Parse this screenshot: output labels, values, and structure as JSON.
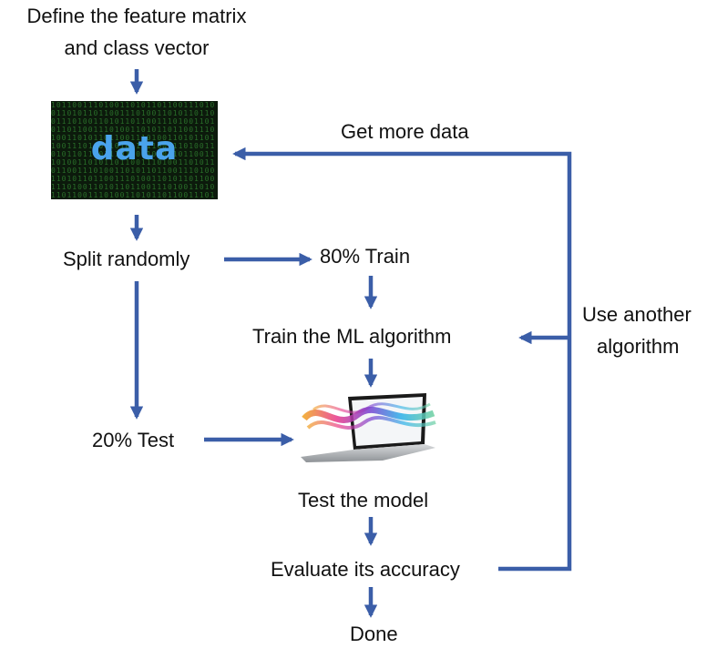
{
  "diagram": {
    "top_label_line1": "Define the feature matrix",
    "top_label_line2": "and class vector",
    "data_box_word": "data",
    "feedback_get_more": "Get more data",
    "split": "Split randomly",
    "train_share": "80% Train",
    "train_step": "Train the ML algorithm",
    "test_share": "20% Test",
    "test_step": "Test the model",
    "evaluate": "Evaluate its accuracy",
    "done": "Done",
    "use_another_line1": "Use another",
    "use_another_line2": "algorithm"
  },
  "colors": {
    "arrow": "#3b5ea8",
    "data_bg": "#0c1a0c",
    "data_text": "#4aa3ec",
    "matrix_green": "#2f7d2f"
  },
  "icons": {
    "data_image": "matrix-data-icon",
    "laptop_image": "laptop-colorful-wave-icon"
  }
}
